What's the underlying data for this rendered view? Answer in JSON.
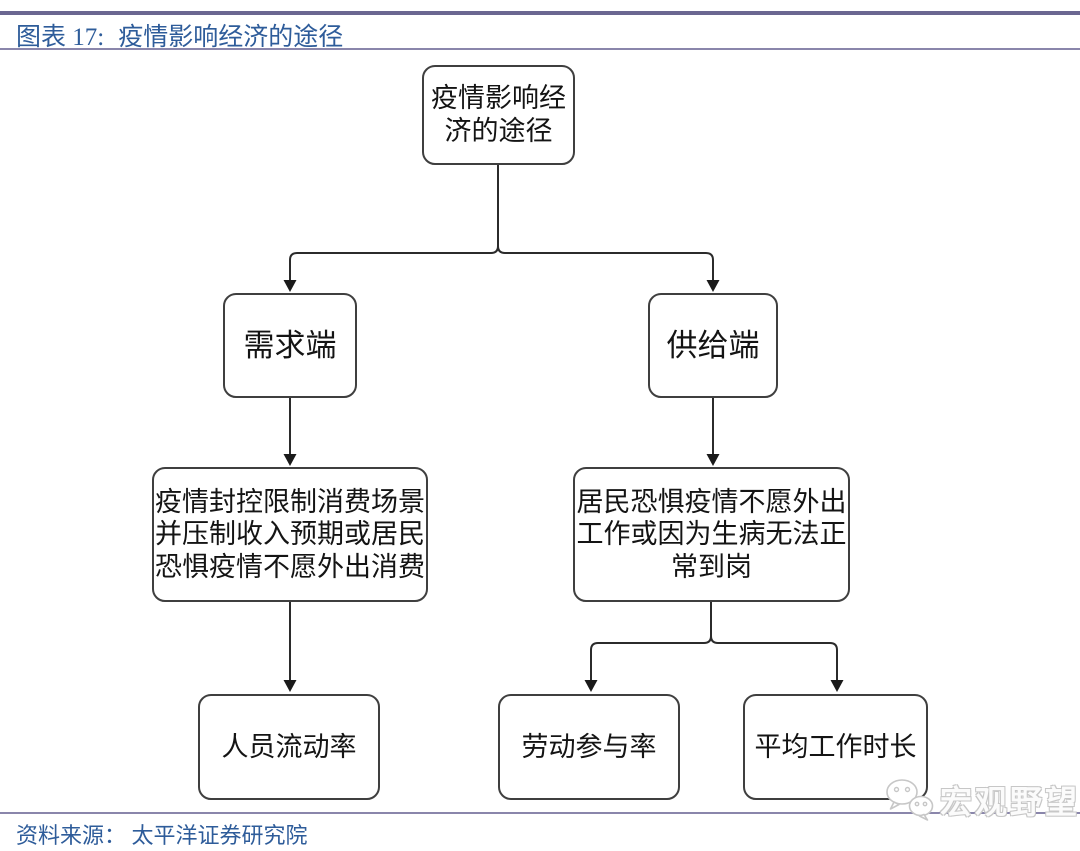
{
  "figure": {
    "number_label": "图表 17:",
    "title": "疫情影响经济的途径",
    "source": "资料来源： 太平洋证券研究院",
    "watermark": "宏观野望"
  },
  "diagram": {
    "type": "flowchart",
    "nodes": {
      "root": "疫情影响经济的途径",
      "demand": "需求端",
      "supply": "供给端",
      "demand_detail": "疫情封控限制消费场景并压制收入预期或居民恐惧疫情不愿外出消费",
      "supply_detail": "居民恐惧疫情不愿外出工作或因为生病无法正常到岗",
      "demand_metric": "人员流动率",
      "supply_metric_1": "劳动参与率",
      "supply_metric_2": "平均工作时长"
    },
    "edges": [
      {
        "from": "root",
        "to": "demand"
      },
      {
        "from": "root",
        "to": "supply"
      },
      {
        "from": "demand",
        "to": "demand_detail"
      },
      {
        "from": "supply",
        "to": "supply_detail"
      },
      {
        "from": "demand_detail",
        "to": "demand_metric"
      },
      {
        "from": "supply_detail",
        "to": "supply_metric_1"
      },
      {
        "from": "supply_detail",
        "to": "supply_metric_2"
      }
    ]
  },
  "colors": {
    "title_text": "#2e5c9a",
    "rule_thick": "#6b6791",
    "rule_thin": "#8a86ab",
    "box_border": "#3f3f3f",
    "box_text": "#141414",
    "connector": "#2b2b2b",
    "watermark_outline": "#c7c7c7"
  }
}
